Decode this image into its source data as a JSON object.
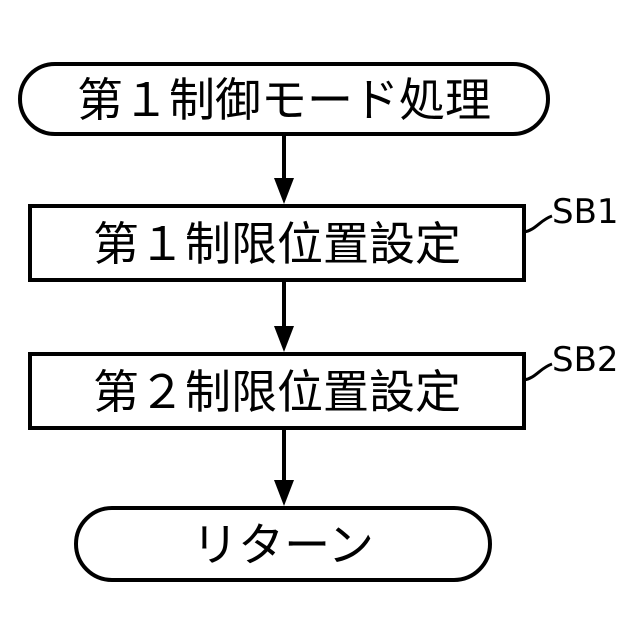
{
  "flowchart": {
    "start": {
      "text": "第１制御モード処理"
    },
    "steps": [
      {
        "text": "第１制限位置設定",
        "label": "SB1"
      },
      {
        "text": "第２制限位置設定",
        "label": "SB2"
      }
    ],
    "end": {
      "text": "リターン"
    }
  }
}
